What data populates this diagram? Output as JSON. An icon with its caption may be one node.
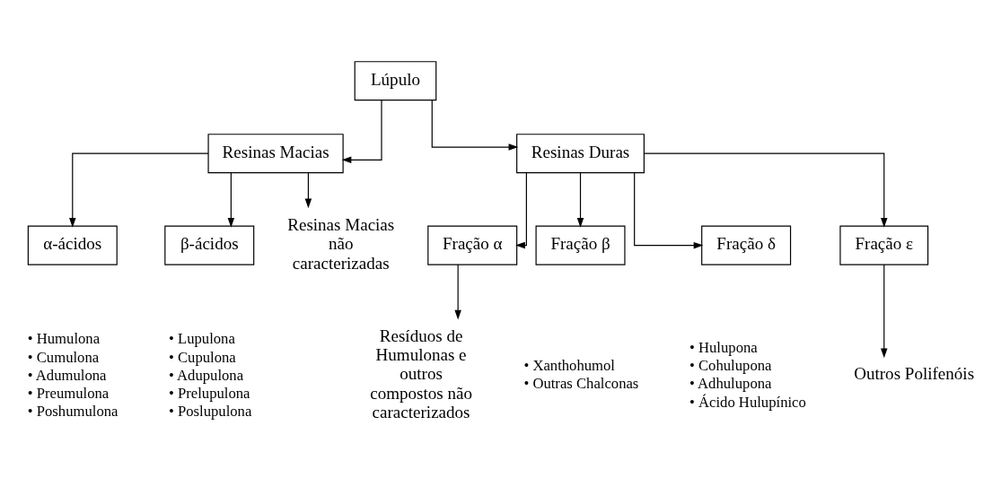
{
  "diagram": {
    "nodes": [
      {
        "text": [
          "Lúpulo"
        ]
      },
      {
        "text": [
          "Resinas Macias"
        ]
      },
      {
        "text": [
          "Resinas Duras"
        ]
      },
      {
        "text": [
          "α-ácidos"
        ],
        "beside": [
          "• Humulona",
          "• Cumulona",
          "• Adumulona",
          "• Preumulona",
          "• Poshumulona"
        ]
      },
      {
        "text": [
          "β-ácidos"
        ],
        "beside": [
          "• Lupulona",
          "• Cupulona",
          "• Adupulona",
          "• Prelupulona",
          "• Poslupulona"
        ]
      },
      {
        "text": [
          "Resinas Macias não caracterizadas"
        ]
      },
      {
        "text": [
          "Fração α"
        ]
      },
      {
        "text": [
          "Fração β"
        ],
        "beside": [
          "• Xanthohumol",
          "• Outras Chalconas"
        ]
      },
      {
        "text": [
          "Fração δ"
        ],
        "beside": [
          "• Hulupona",
          "• Cohulupona",
          "• Adhulupona",
          "• Ácido Hulupínico"
        ]
      },
      {
        "text": [
          "Fração ε"
        ]
      },
      {
        "text": [
          "Resíduos de Humulonas e outros compostos não caracterizados"
        ]
      },
      {
        "text": [
          "Outros Polifenóis"
        ]
      }
    ],
    "edges": [
      {
        "from": 0,
        "to": 1,
        "arrow": "to"
      },
      {
        "from": 0,
        "to": 2,
        "arrow": "to"
      },
      {
        "from": 1,
        "to": 3,
        "arrow": "to"
      },
      {
        "from": 1,
        "to": 4,
        "arrow": "to"
      },
      {
        "from": 1,
        "to": 5,
        "arrow": "to"
      },
      {
        "from": 2,
        "to": 6,
        "arrow": "to"
      },
      {
        "from": 2,
        "to": 7,
        "arrow": "to"
      },
      {
        "from": 2,
        "to": 8,
        "arrow": "to"
      },
      {
        "from": 2,
        "to": 9,
        "arrow": "to"
      },
      {
        "from": 6,
        "to": 10,
        "arrow": "to"
      },
      {
        "from": 9,
        "to": 11,
        "arrow": "to"
      }
    ]
  }
}
